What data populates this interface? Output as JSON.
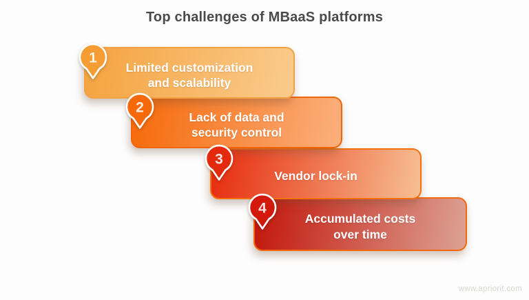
{
  "title": "Top challenges of MBaaS platforms",
  "watermark": "www.apriorit.com",
  "colors": {
    "title_text": "#4a4a4c",
    "card_text": "#ffffff",
    "background": "#fdfdfd"
  },
  "diagram": {
    "type": "staircase-list",
    "items": [
      {
        "number": "1",
        "label": "Limited customization\nand scalability",
        "color_left": "#f5a33f",
        "color_right": "#facb8d",
        "border_color": "#f3a145",
        "pin_color": "#f59d33"
      },
      {
        "number": "2",
        "label": "Lack of data and\nsecurity control",
        "color_left": "#f6690a",
        "color_right": "#fbb07d",
        "border_color": "#f1660d",
        "pin_color": "#f6690a"
      },
      {
        "number": "3",
        "label": "Vendor lock-in",
        "color_left": "#e62b0d",
        "color_right": "#f7bf93",
        "border_color": "#f47110",
        "pin_color": "#e42a0c"
      },
      {
        "number": "4",
        "label": "Accumulated costs\nover time",
        "color_left": "#c3150a",
        "color_right": "#dca294",
        "border_color": "#f4680c",
        "pin_color": "#d2190b"
      }
    ]
  }
}
